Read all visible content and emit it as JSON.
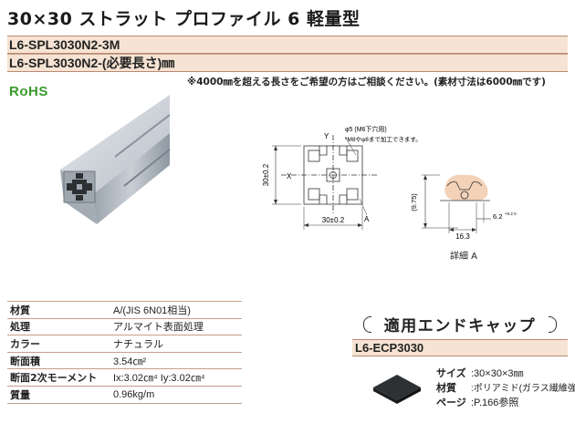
{
  "title": "30×30 ストラット プロファイル 6 軽量型",
  "codes": [
    "L6-SPL3030N2-3M",
    "L6-SPL3030N2-(必要長さ)㎜"
  ],
  "note": "※4000㎜を超える長さをご希望の方はご相談ください。(素材寸法は6000㎜です)",
  "rohs_label": "RoHS",
  "drawing": {
    "dim_height": "30±0.2",
    "dim_width": "30±0.2",
    "axis_x": "X",
    "axis_y": "Y",
    "hole_note_1": "φ5 (M6下穴用)",
    "hole_note_2": "*M8やφ8まで加工できます。",
    "detail_marker": "A",
    "detail_dim_h": "(9.75)",
    "detail_dim_w": "16.3",
    "detail_dim_slot": "6.2",
    "detail_dim_slot_tol": "+0.2 0",
    "detail_label": "詳細 A"
  },
  "spec": [
    {
      "key": "材質",
      "value": "A/(JIS 6N01相当)"
    },
    {
      "key": "処理",
      "value": "アルマイト表面処理"
    },
    {
      "key": "カラー",
      "value": "ナチュラル"
    },
    {
      "key": "断面積",
      "value": "3.54㎝²"
    },
    {
      "key": "断面2次モーメント",
      "value": "Ix:3.02㎝⁴   Iy:3.02㎝⁴"
    },
    {
      "key": "質量",
      "value": "0.96kg/m"
    }
  ],
  "endcap": {
    "title": "適用エンドキャップ",
    "code": "L6-ECP3030",
    "spec": [
      {
        "key": "サイズ",
        "value": ":30×30×3㎜"
      },
      {
        "key": "材質",
        "value": ":ポリアミド(ガラス繊維強化)"
      },
      {
        "key": "ページ",
        "value": ":P.166参照"
      }
    ]
  },
  "colors": {
    "accent_band": "#f6e3d3",
    "band_border": "#b98a72",
    "rohs": "#3a9a2c",
    "detail_highlight": "#f3d2b8"
  }
}
